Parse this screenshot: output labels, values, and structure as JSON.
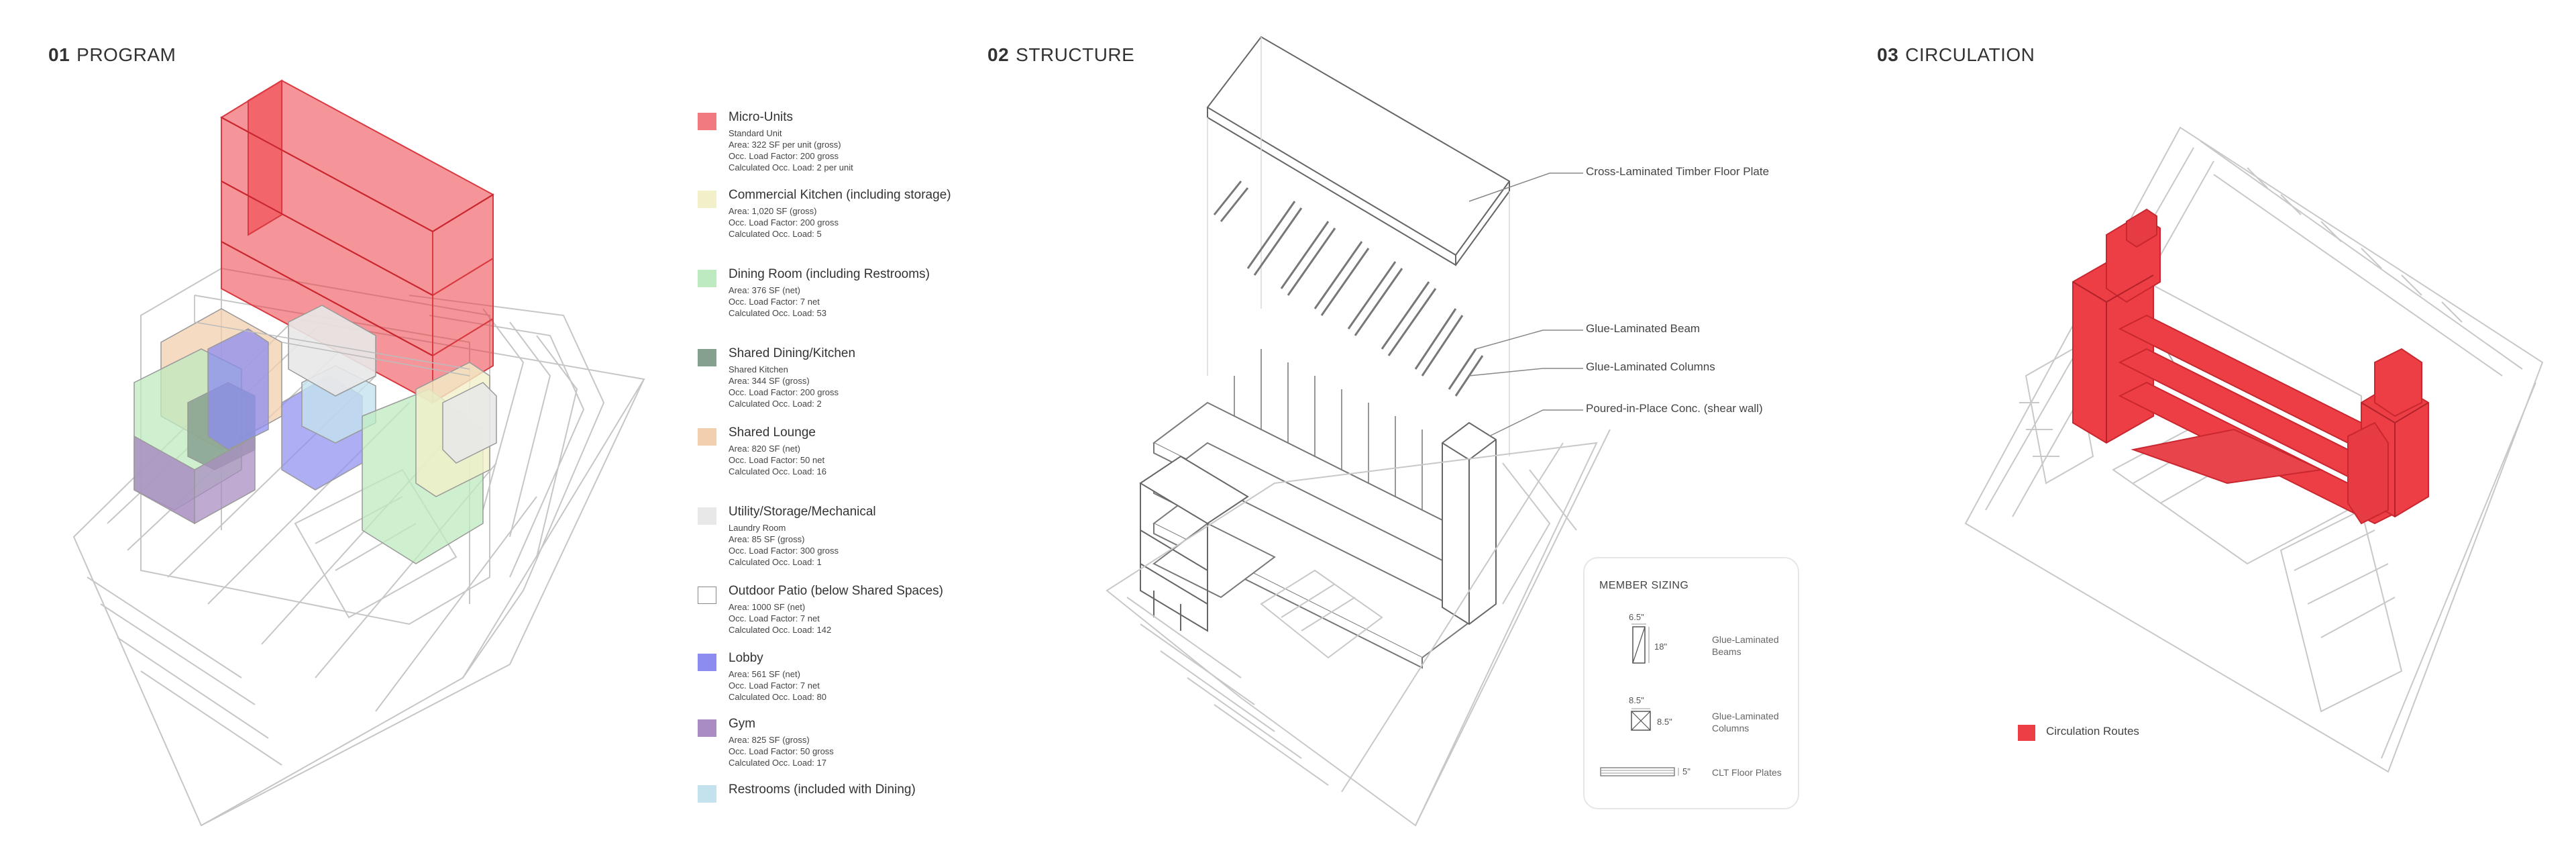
{
  "panels": [
    {
      "num": "01",
      "name": "PROGRAM"
    },
    {
      "num": "02",
      "name": "STRUCTURE"
    },
    {
      "num": "03",
      "name": "CIRCULATION"
    }
  ],
  "legend": [
    {
      "name": "Micro-Units",
      "color": "#f07a80",
      "lines": [
        "Standard Unit",
        "Area: 322 SF per unit (gross)",
        "Occ. Load Factor: 200 gross",
        "Calculated Occ. Load: 2 per unit"
      ]
    },
    {
      "name": "Commercial Kitchen (including storage)",
      "color": "#f1f0c8",
      "lines": [
        "Area: 1,020 SF (gross)",
        "Occ. Load Factor: 200 gross",
        "Calculated Occ. Load: 5"
      ]
    },
    {
      "name": "Dining Room (including Restrooms)",
      "color": "#bdebbf",
      "lines": [
        "Area: 376 SF (net)",
        "Occ. Load Factor: 7 net",
        "Calculated Occ. Load: 53"
      ]
    },
    {
      "name": "Shared Dining/Kitchen",
      "color": "#86a08f",
      "lines": [
        "Shared Kitchen",
        "Area: 344 SF (gross)",
        "Occ. Load Factor: 200 gross",
        "Calculated Occ. Load: 2"
      ]
    },
    {
      "name": "Shared Lounge",
      "color": "#f2cfae",
      "lines": [
        "Area: 820 SF (net)",
        "Occ. Load Factor: 50 net",
        "Calculated Occ. Load: 16"
      ]
    },
    {
      "name": "Utility/Storage/Mechanical",
      "color": "#e8e8e8",
      "lines": [
        "Laundry Room",
        "Area: 85 SF (gross)",
        "Occ. Load Factor: 300 gross",
        "Calculated Occ. Load: 1"
      ]
    },
    {
      "name": "Outdoor Patio (below Shared Spaces)",
      "color": "#ffffff",
      "lines": [
        "Area: 1000 SF (net)",
        "Occ. Load Factor: 7 net",
        "Calculated Occ. Load: 142"
      ]
    },
    {
      "name": "Lobby",
      "color": "#8c8cf0",
      "lines": [
        "Area: 561 SF (net)",
        "Occ. Load Factor: 7 net",
        "Calculated Occ. Load: 80"
      ]
    },
    {
      "name": "Gym",
      "color": "#a98dc2",
      "lines": [
        "Area: 825 SF (gross)",
        "Occ. Load Factor: 50 gross",
        "Calculated Occ. Load: 17"
      ]
    },
    {
      "name": "Restrooms (included with Dining)",
      "color": "#c3e2ee",
      "lines": []
    }
  ],
  "structure_callouts": {
    "clt": "Cross-Laminated Timber Floor Plate",
    "beam": "Glue-Laminated Beam",
    "columns": "Glue-Laminated Columns",
    "shear_wall": "Poured-in-Place Conc. (shear wall)"
  },
  "member_sizing": {
    "title": "MEMBER SIZING",
    "beam": {
      "width": "6.5\"",
      "depth": "18\"",
      "label_line1": "Glue-Laminated",
      "label_line2": "Beams"
    },
    "column": {
      "width": "8.5\"",
      "depth": "8.5\"",
      "label_line1": "Glue-Laminated",
      "label_line2": "Columns"
    },
    "clt": {
      "thickness": "5\"",
      "label": "CLT Floor Plates"
    }
  },
  "circulation_legend": {
    "label": "Circulation Routes",
    "color": "#ee3e45"
  }
}
